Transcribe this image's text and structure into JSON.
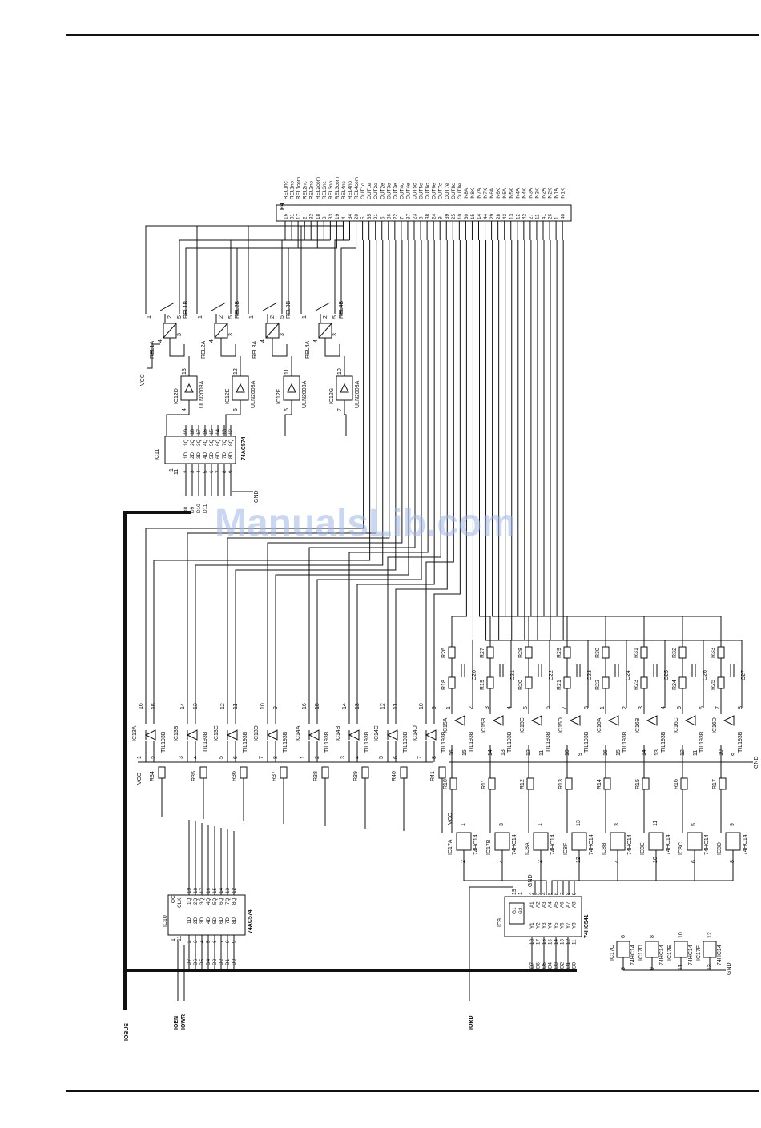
{
  "watermark": "ManualsLib.com",
  "connector": {
    "ref": "P4",
    "pins": [
      {
        "pin": "16",
        "signal": "REL1nc"
      },
      {
        "pin": "31",
        "signal": "REL1no"
      },
      {
        "pin": "17",
        "signal": "REL1com"
      },
      {
        "pin": "2",
        "signal": "REL2nc"
      },
      {
        "pin": "32",
        "signal": "REL2no"
      },
      {
        "pin": "18",
        "signal": "REL2com"
      },
      {
        "pin": "3",
        "signal": "REL3nc"
      },
      {
        "pin": "33",
        "signal": "REL3no"
      },
      {
        "pin": "19",
        "signal": "REL3com"
      },
      {
        "pin": "4",
        "signal": "REL4nc"
      },
      {
        "pin": "34",
        "signal": "REL4no"
      },
      {
        "pin": "20",
        "signal": "REL4com"
      },
      {
        "pin": "5",
        "signal": "OUT1c"
      },
      {
        "pin": "35",
        "signal": "OUT1e"
      },
      {
        "pin": "21",
        "signal": "OUT2c"
      },
      {
        "pin": "6",
        "signal": "OUT2e"
      },
      {
        "pin": "36",
        "signal": "OUT3c"
      },
      {
        "pin": "22",
        "signal": "OUT3e"
      },
      {
        "pin": "7",
        "signal": "OUT4c"
      },
      {
        "pin": "37",
        "signal": "OUT4e"
      },
      {
        "pin": "23",
        "signal": "OUT5c"
      },
      {
        "pin": "8",
        "signal": "OUT5e"
      },
      {
        "pin": "38",
        "signal": "OUT6c"
      },
      {
        "pin": "24",
        "signal": "OUT6e"
      },
      {
        "pin": "9",
        "signal": "OUT7c"
      },
      {
        "pin": "39",
        "signal": "OUT7e"
      },
      {
        "pin": "25",
        "signal": "OUT8c"
      },
      {
        "pin": "10",
        "signal": "OUT8e"
      },
      {
        "pin": "30",
        "signal": "IN8A"
      },
      {
        "pin": "15",
        "signal": "IN8K"
      },
      {
        "pin": "14",
        "signal": "IN7A"
      },
      {
        "pin": "44",
        "signal": "IN7K"
      },
      {
        "pin": "29",
        "signal": "IN6A"
      },
      {
        "pin": "28",
        "signal": "IN6K"
      },
      {
        "pin": "43",
        "signal": "IN5A"
      },
      {
        "pin": "13",
        "signal": "IN5K"
      },
      {
        "pin": "12",
        "signal": "IN4A"
      },
      {
        "pin": "42",
        "signal": "IN4K"
      },
      {
        "pin": "27",
        "signal": "IN3A"
      },
      {
        "pin": "11",
        "signal": "IN3K"
      },
      {
        "pin": "41",
        "signal": "IN2A"
      },
      {
        "pin": "26",
        "signal": "IN2K"
      },
      {
        "pin": "1",
        "signal": "IN1A"
      },
      {
        "pin": "40",
        "signal": "IN1K"
      }
    ]
  },
  "relays": [
    {
      "coil": "REL1A",
      "contact": "REL1B",
      "driver": "IC12D",
      "driver_type": "ULN2003A",
      "in_pin": "4",
      "out_pin": "13"
    },
    {
      "coil": "REL2A",
      "contact": "REL2B",
      "driver": "IC12E",
      "driver_type": "ULN2003A",
      "in_pin": "5",
      "out_pin": "12"
    },
    {
      "coil": "REL3A",
      "contact": "REL3B",
      "driver": "IC12F",
      "driver_type": "ULN2003A",
      "in_pin": "6",
      "out_pin": "11"
    },
    {
      "coil": "REL4A",
      "contact": "REL4B",
      "driver": "IC12G",
      "driver_type": "ULN2003A",
      "in_pin": "7",
      "out_pin": "10"
    }
  ],
  "relay_pins": {
    "a": "1",
    "b": "2",
    "c": "3",
    "d": "4",
    "e": "5"
  },
  "latch_out": {
    "ref": "IC11",
    "type": "74AC574",
    "oc": "OC",
    "clk": "CLK",
    "d_labels": [
      "1D",
      "2D",
      "3D",
      "4D",
      "5D",
      "6D",
      "7D",
      "8D"
    ],
    "q_labels": [
      "1Q",
      "2Q",
      "3Q",
      "4Q",
      "5Q",
      "6Q",
      "7Q",
      "8Q"
    ],
    "d_pins": [
      "2",
      "3",
      "4",
      "5",
      "6",
      "7",
      "8",
      "9"
    ],
    "q_pins": [
      "19",
      "18",
      "17",
      "16",
      "15",
      "14",
      "13",
      "12"
    ],
    "oc_pin": "1",
    "clk_pin": "11",
    "bus": [
      "D8",
      "D9",
      "D10",
      "D11"
    ]
  },
  "latch_in": {
    "ref": "IC10",
    "type": "74AC574",
    "oc": "OC",
    "clk": "CLK",
    "d_labels": [
      "1D",
      "2D",
      "3D",
      "4D",
      "5D",
      "6D",
      "7D",
      "8D"
    ],
    "q_labels": [
      "1Q",
      "2Q",
      "3Q",
      "4Q",
      "5Q",
      "6Q",
      "7Q",
      "8Q"
    ],
    "d_pins": [
      "2",
      "3",
      "4",
      "5",
      "6",
      "7",
      "8",
      "9"
    ],
    "q_pins": [
      "19",
      "18",
      "17",
      "16",
      "15",
      "14",
      "13",
      "12"
    ],
    "oc_pin": "1",
    "clk_pin": "11",
    "bus": [
      "D7",
      "D6",
      "D5",
      "D4",
      "D3",
      "D2",
      "D1",
      "D0"
    ]
  },
  "out_optos": [
    {
      "ref": "IC13A",
      "type": "TIL193B",
      "p1": "1",
      "p2": "2",
      "c": "16",
      "e": "15",
      "r": "R34"
    },
    {
      "ref": "IC13B",
      "type": "TIL193B",
      "p1": "3",
      "p2": "4",
      "c": "14",
      "e": "13",
      "r": "R35"
    },
    {
      "ref": "IC13C",
      "type": "TIL193B",
      "p1": "5",
      "p2": "6",
      "c": "12",
      "e": "11",
      "r": "R36"
    },
    {
      "ref": "IC13D",
      "type": "TIL193B",
      "p1": "7",
      "p2": "8",
      "c": "10",
      "e": "9",
      "r": "R37"
    },
    {
      "ref": "IC14A",
      "type": "TIL193B",
      "p1": "1",
      "p2": "2",
      "c": "16",
      "e": "15",
      "r": "R38"
    },
    {
      "ref": "IC14B",
      "type": "TIL193B",
      "p1": "3",
      "p2": "4",
      "c": "14",
      "e": "13",
      "r": "R39"
    },
    {
      "ref": "IC14C",
      "type": "TIL193B",
      "p1": "5",
      "p2": "6",
      "c": "12",
      "e": "11",
      "r": "R40"
    },
    {
      "ref": "IC14D",
      "type": "TIL193B",
      "p1": "7",
      "p2": "8",
      "c": "10",
      "e": "9",
      "r": "R41"
    }
  ],
  "in_optos": [
    {
      "ref": "IC15A",
      "type": "TIL193B",
      "a": "1",
      "k": "2",
      "c": "16",
      "e": "15",
      "rs": "R26",
      "rl": "R18",
      "cap": "C20",
      "rp": "R10",
      "gate": "IC17A",
      "gtype": "74HC14",
      "gi": "1",
      "go": "2"
    },
    {
      "ref": "IC15B",
      "type": "TIL193B",
      "a": "3",
      "k": "4",
      "c": "14",
      "e": "13",
      "rs": "R27",
      "rl": "R19",
      "cap": "C21",
      "rp": "R11",
      "gate": "IC17B",
      "gtype": "74HC14",
      "gi": "3",
      "go": "4"
    },
    {
      "ref": "IC15C",
      "type": "TIL193B",
      "a": "5",
      "k": "6",
      "c": "12",
      "e": "11",
      "rs": "R28",
      "rl": "R20",
      "cap": "C22",
      "rp": "R12",
      "gate": "IC8A",
      "gtype": "74HC14",
      "gi": "1",
      "go": "2"
    },
    {
      "ref": "IC15D",
      "type": "TIL193B",
      "a": "7",
      "k": "8",
      "c": "10",
      "e": "9",
      "rs": "R29",
      "rl": "R21",
      "cap": "C23",
      "rp": "R13",
      "gate": "IC8F",
      "gtype": "74HC14",
      "gi": "13",
      "go": "12"
    },
    {
      "ref": "IC16A",
      "type": "TIL193B",
      "a": "1",
      "k": "2",
      "c": "16",
      "e": "15",
      "rs": "R30",
      "rl": "R22",
      "cap": "C24",
      "rp": "R14",
      "gate": "IC8B",
      "gtype": "74HC14",
      "gi": "3",
      "go": "4"
    },
    {
      "ref": "IC16B",
      "type": "TIL193B",
      "a": "3",
      "k": "4",
      "c": "14",
      "e": "13",
      "rs": "R31",
      "rl": "R23",
      "cap": "C25",
      "rp": "R15",
      "gate": "IC8E",
      "gtype": "74HC14",
      "gi": "11",
      "go": "10"
    },
    {
      "ref": "IC16C",
      "type": "TIL193B",
      "a": "5",
      "k": "6",
      "c": "12",
      "e": "11",
      "rs": "R32",
      "rl": "R24",
      "cap": "C26",
      "rp": "R16",
      "gate": "IC8C",
      "gtype": "74HC14",
      "gi": "5",
      "go": "6"
    },
    {
      "ref": "IC16D",
      "type": "TIL193B",
      "a": "7",
      "k": "8",
      "c": "10",
      "e": "9",
      "rs": "R33",
      "rl": "R25",
      "cap": "C27",
      "rp": "R17",
      "gate": "IC8D",
      "gtype": "74HC14",
      "gi": "9",
      "go": "8"
    }
  ],
  "buffer": {
    "ref": "IC9",
    "type": "74HC541",
    "g1": "G1",
    "g2": "G2",
    "g1_pin": "1",
    "g2_pin": "19",
    "a_labels": [
      "A1",
      "A2",
      "A3",
      "A4",
      "A5",
      "A6",
      "A7",
      "A8"
    ],
    "y_labels": [
      "Y1",
      "Y2",
      "Y3",
      "Y4",
      "Y5",
      "Y6",
      "Y7",
      "Y8"
    ],
    "a_pins": [
      "2",
      "3",
      "4",
      "5",
      "6",
      "7",
      "8",
      "9"
    ],
    "y_pins": [
      "18",
      "17",
      "16",
      "15",
      "14",
      "13",
      "12",
      "11"
    ],
    "bus": [
      "D7",
      "D6",
      "D5",
      "D4",
      "D3",
      "D2",
      "D1",
      "D0"
    ]
  },
  "spare_gates": [
    {
      "ref": "IC17C",
      "type": "74HC14",
      "i": "5",
      "o": "6"
    },
    {
      "ref": "IC17D",
      "type": "74HC14",
      "i": "9",
      "o": "8"
    },
    {
      "ref": "IC17E",
      "type": "74HC14",
      "i": "11",
      "o": "10"
    },
    {
      "ref": "IC17F",
      "type": "74HC14",
      "i": "13",
      "o": "12"
    }
  ],
  "nets": {
    "vcc": "VCC",
    "gnd": "GND",
    "iobus": "IOBUS",
    "ioen": "IOEN",
    "iowr": "IOWR",
    "iord": "IORD"
  }
}
